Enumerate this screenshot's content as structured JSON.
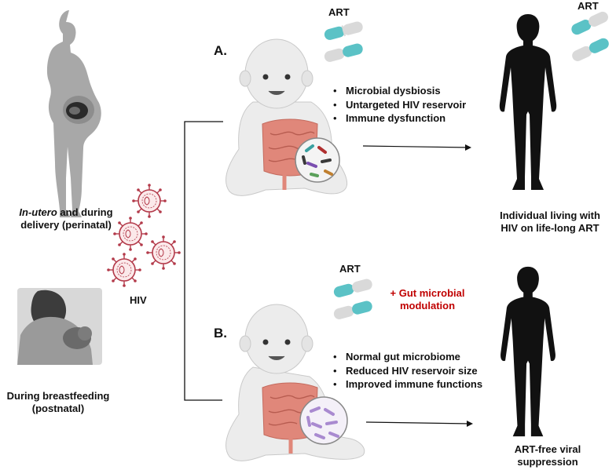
{
  "mother_label": {
    "italic": "In-utero",
    "rest_line1": " and during",
    "line2": "delivery (perinatal)"
  },
  "breastfeeding_label": {
    "line1": "During breastfeeding",
    "line2": "(postnatal)"
  },
  "virus_label": "HIV",
  "scenario_a": {
    "letter": "A.",
    "art_label": "ART",
    "bullets": [
      "Microbial dysbiosis",
      "Untargeted HIV reservoir",
      "Immune dysfunction"
    ],
    "outcome_art_label": "ART",
    "outcome": {
      "line1": "Individual living with",
      "line2": "HIV on life-long ART"
    }
  },
  "scenario_b": {
    "letter": "B.",
    "art_label": "ART",
    "modulation": {
      "line1": "+ Gut microbial",
      "line2": "modulation"
    },
    "bullets": [
      "Normal gut microbiome",
      "Reduced HIV reservoir size",
      "Improved immune functions"
    ],
    "outcome": {
      "line1": "ART-free viral",
      "line2": "suppression"
    }
  },
  "colors": {
    "accent_red": "#c00000",
    "capsule_teal": "#5bc2c6",
    "silhouette": "#111111",
    "gut": "#e0877a",
    "virus": "#b33a4a"
  }
}
